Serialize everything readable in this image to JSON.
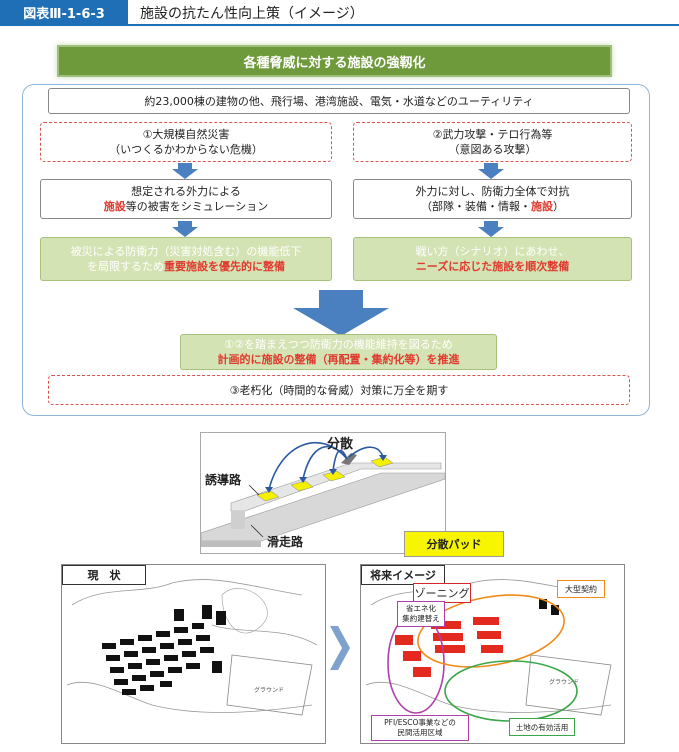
{
  "header": {
    "tag": "図表Ⅲ-1-6-3",
    "title": "施設の抗たん性向上策（イメージ）"
  },
  "banner": "各種脅威に対する施設の強靱化",
  "infrastructure": "約23,000棟の建物の他、飛行場、港湾施設、電気・水道などのユーティリティ",
  "left": {
    "threat_line1": "①大規模自然災害",
    "threat_line2": "（いつくるかわからない危機）",
    "action_line1": "想定される外力による",
    "action_line2_red": "施設",
    "action_line2_rest": "等の被害をシミュレーション",
    "result_line1": "被災による防衛力（災害対処含む）の機能低下",
    "result_line2_pre": "を局限するため",
    "result_line2_red": "重要施設を優先的に整備"
  },
  "right": {
    "threat_line1": "②武力攻撃・テロ行為等",
    "threat_line2": "（意図ある攻撃）",
    "action_line1": "外力に対し、防衛力全体で対抗",
    "action_line2_pre": "（部隊・装備・情報・",
    "action_line2_red": "施設",
    "action_line2_post": "）",
    "result_line1": "戦い方（シナリオ）にあわせ、",
    "result_line2_red": "ニーズに応じた施設を順次整備"
  },
  "conclusion": {
    "line1": "①②を踏まえつつ防衛力の機能維持を図るため",
    "line2_red": "計画的に施設の整備（再配置・集約化等）を推進"
  },
  "aging": "③老朽化（時間的な脅威）対策に万全を期す",
  "dispersion": {
    "title": "分散",
    "taxiway": "誘導路",
    "runway": "滑走路",
    "pad_label": "分散パッド"
  },
  "maps": {
    "current_label": "現　状",
    "future_label": "将来イメージ",
    "zoning": "ゾーニング",
    "large_contract": "大型契約",
    "energy_line1": "省エネ化",
    "energy_line2": "集約建替え",
    "pfi_line1": "PFI/ESCO事業などの",
    "pfi_line2": "民間活用区域",
    "land_use": "土地の有効活用",
    "ground": "グラウンド"
  },
  "colors": {
    "header_blue": "#1e6fb5",
    "banner_green": "#6f9a3b",
    "result_green": "#d4e3b3",
    "arrow_blue": "#4a7fc0",
    "red_text": "#e03a2f",
    "pad_yellow": "#f4f000",
    "purple": "#b23fa8",
    "orange": "#f08a18",
    "green": "#3aa64a",
    "building_red": "#e42a1f"
  }
}
